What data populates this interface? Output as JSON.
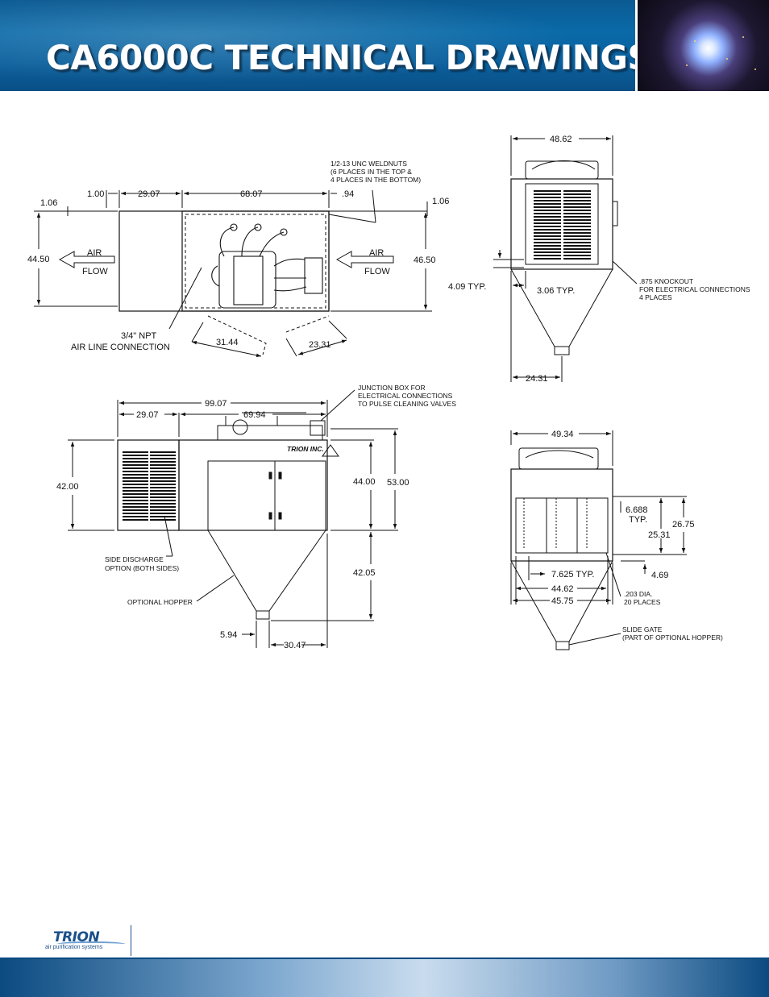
{
  "header": {
    "title": "CA6000C TECHNICAL DRAWINGS"
  },
  "brand": {
    "name": "TRION",
    "tagline": "air purification systems"
  },
  "drawings": {
    "top_view": {
      "dims": [
        "1.06",
        "1.00",
        "29.07",
        "68.07",
        ".94",
        "1.06",
        "44.50",
        "46.50",
        "31.44",
        "23.31"
      ],
      "airflow_left": [
        "AIR",
        "FLOW"
      ],
      "airflow_right": [
        "AIR",
        "FLOW"
      ],
      "note_weldnuts": [
        "1/2-13 UNC WELDNUTS",
        "(6 PLACES IN THE TOP &",
        "4 PLACES IN THE BOTTOM)"
      ],
      "note_airline": [
        "3/4\" NPT",
        "AIR LINE CONNECTION"
      ]
    },
    "end_view": {
      "dims": [
        "48.62",
        "4.09 TYP.",
        "3.06 TYP.",
        "24.31"
      ],
      "note_knockout": [
        ".875 KNOCKOUT",
        "FOR ELECTRICAL CONNECTIONS",
        "4 PLACES"
      ]
    },
    "side_view": {
      "dims": [
        "99.07",
        "29.07",
        "69.94",
        "42.00",
        "44.00",
        "53.00",
        "42.05",
        "5.94",
        "30.47"
      ],
      "note_junction": [
        "JUNCTION BOX FOR",
        "ELECTRICAL CONNECTIONS",
        "TO PULSE CLEANING VALVES"
      ],
      "note_discharge": [
        "SIDE DISCHARGE",
        "OPTION (BOTH SIDES)"
      ],
      "note_hopper": "OPTIONAL HOPPER",
      "nameplate": "TRION INC."
    },
    "front_view": {
      "dims": [
        "49.34",
        "6.688",
        "TYP.",
        "26.75",
        "25.31",
        "4.69",
        "7.625 TYP.",
        "44.62",
        "45.75"
      ],
      "note_holes": [
        ".203 DIA.",
        "20 PLACES"
      ],
      "note_slidegate": [
        "SLIDE GATE",
        "(PART OF OPTIONAL HOPPER)"
      ]
    }
  }
}
